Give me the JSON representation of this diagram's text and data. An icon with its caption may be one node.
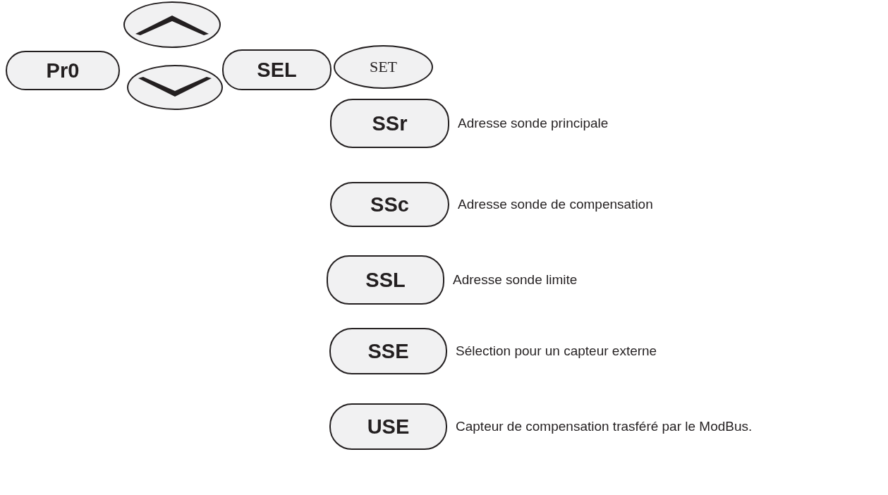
{
  "diagram": {
    "nodes": [
      {
        "text": [
          "Pr0"
        ]
      },
      {
        "text": [],
        "shape": "ellipse"
      },
      {
        "text": [],
        "shape": "ellipse"
      },
      {
        "text": [
          "SEL"
        ]
      },
      {
        "text": [
          "SET"
        ]
      },
      {
        "text": [
          "SSr"
        ],
        "beside": [
          "Adresse sonde principale"
        ]
      },
      {
        "text": [
          "SSc"
        ],
        "beside": [
          "Adresse sonde de compensation"
        ]
      },
      {
        "text": [
          "SSL"
        ],
        "beside": [
          "Adresse sonde limite"
        ]
      },
      {
        "text": [
          "SSE"
        ],
        "beside": [
          "Sélection pour un capteur externe"
        ]
      },
      {
        "text": [
          "USE"
        ],
        "beside": [
          "Capteur de compensation trasféré par le ModBus."
        ]
      }
    ],
    "edges": []
  }
}
